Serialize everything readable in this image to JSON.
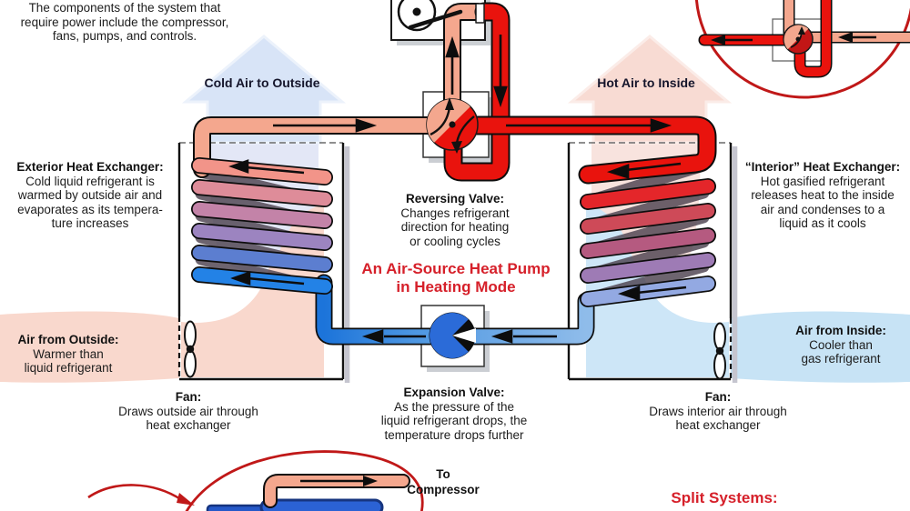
{
  "title": {
    "text": "An Air-Source Heat Pump\nin Heating Mode"
  },
  "intro": {
    "text": "The components of the system that\nrequire power include the compressor,\nfans, pumps, and controls."
  },
  "air_arrows": {
    "cold": "Cold Air to Outside",
    "hot": "Hot Air to Inside"
  },
  "labels": {
    "exterior_hx": {
      "title": "Exterior Heat Exchanger:",
      "body": "Cold liquid refrigerant is\nwarmed by outside air and\nevaporates as its tempera-\nture increases"
    },
    "interior_hx": {
      "title": "“Interior” Heat Exchanger:",
      "body": "Hot gasified refrigerant\nreleases heat to the inside\nair and condenses to a\nliquid as it cools"
    },
    "reversing_valve": {
      "title": "Reversing Valve:",
      "body": "Changes refrigerant\ndirection for heating\nor cooling cycles"
    },
    "expansion_valve": {
      "title": "Expansion Valve:",
      "body": "As the pressure of the\nliquid refrigerant drops, the\ntemperature drops further"
    },
    "air_outside": {
      "title": "Air from Outside:",
      "body": "Warmer than\nliquid refrigerant"
    },
    "air_inside": {
      "title": "Air from Inside:",
      "body": "Cooler than\ngas refrigerant"
    },
    "fan_left": {
      "title": "Fan:",
      "body": "Draws outside air through\nheat exchanger"
    },
    "fan_right": {
      "title": "Fan:",
      "body": "Draws interior air through\nheat exchanger"
    },
    "to_compressor": {
      "text": "To\nCompressor"
    },
    "split_systems": {
      "text": "Split Systems:"
    }
  },
  "colors": {
    "accent_red": "#D6202A",
    "pipe_red": "#E9130D",
    "pipe_pink": "#F4A78E",
    "pipe_blue": "#4E97E2",
    "cold_air_arrow": "#D8E4F7",
    "hot_air_arrow": "#F8DBD3",
    "inset_outline": "#C01818",
    "text_dark": "#111111"
  }
}
